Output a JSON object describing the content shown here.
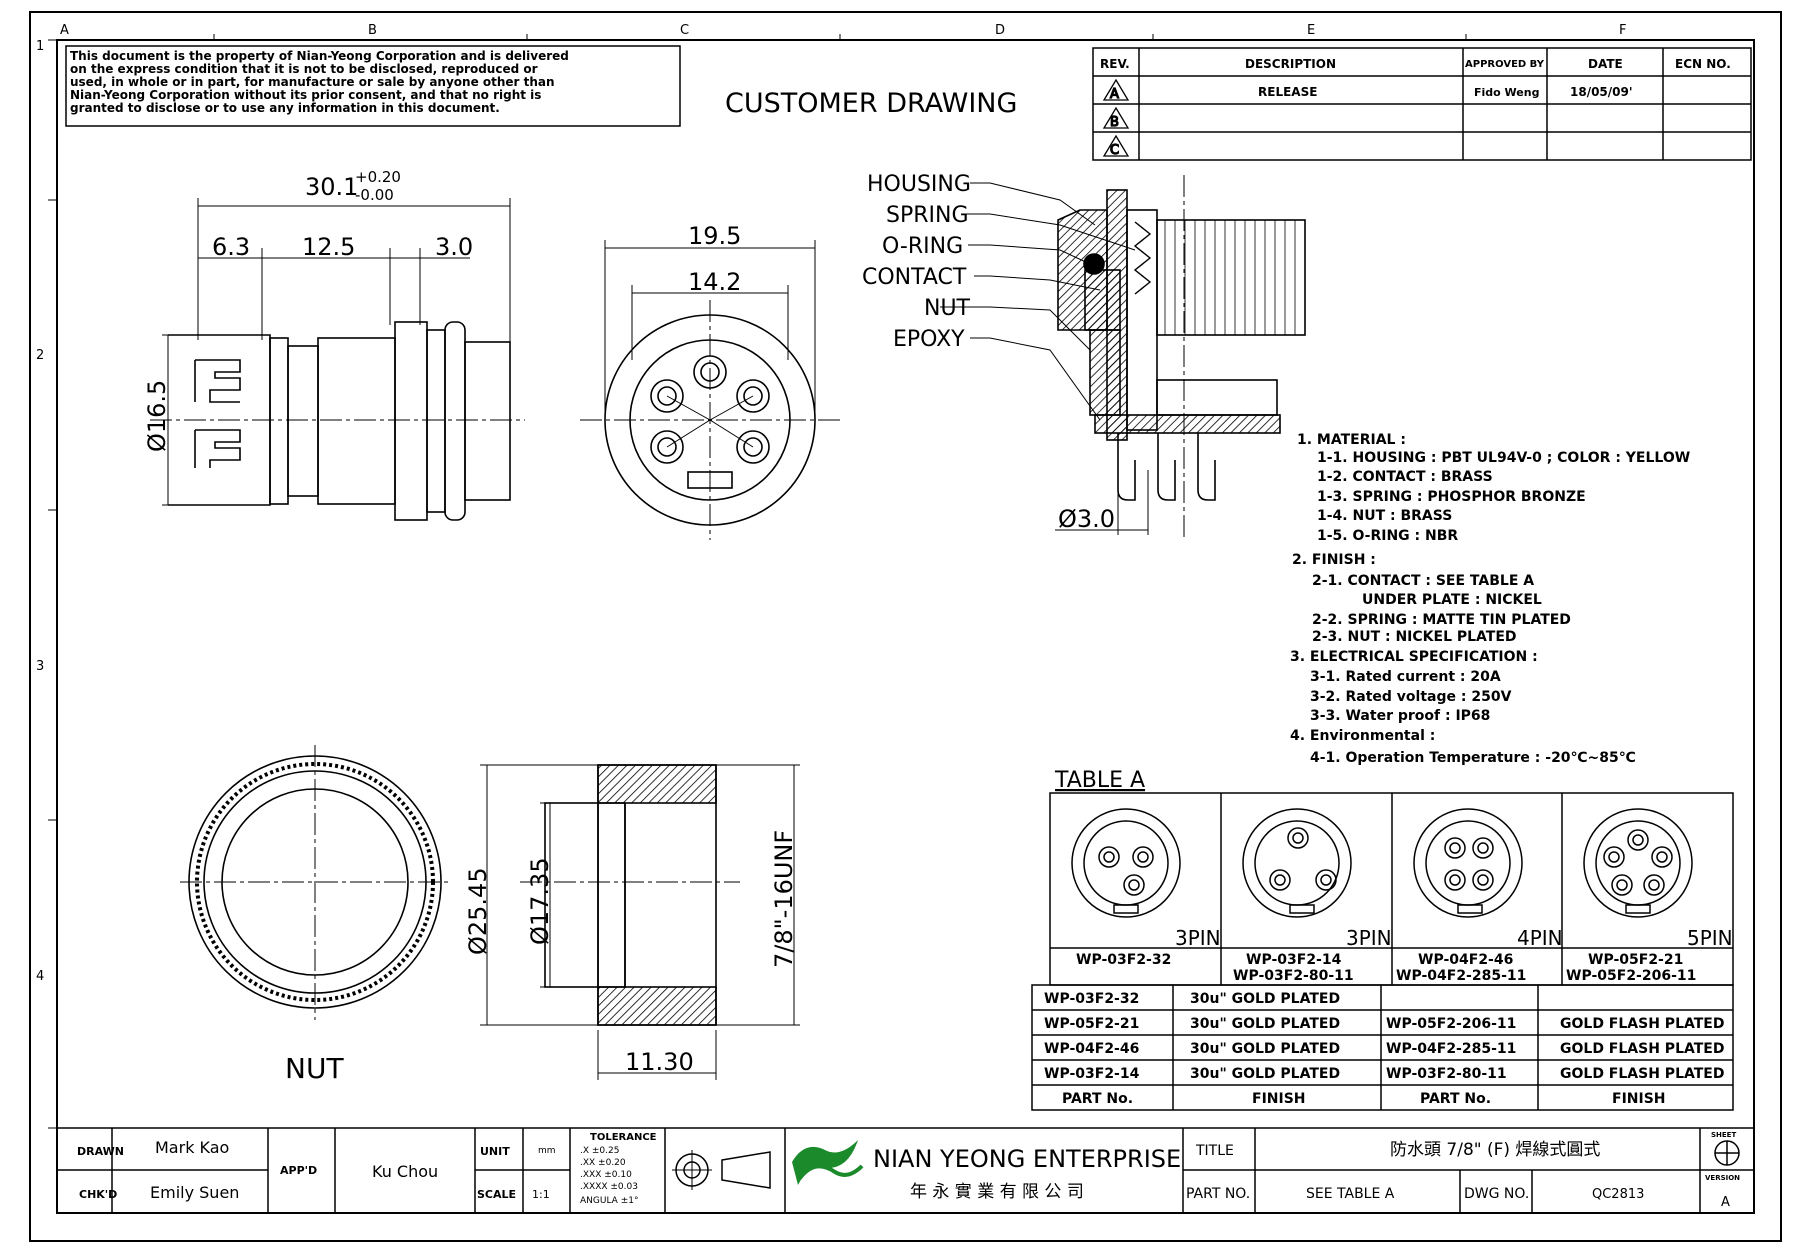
{
  "grid": {
    "cols": [
      "A",
      "B",
      "C",
      "D",
      "E",
      "F"
    ],
    "rows": [
      "1",
      "2",
      "3",
      "4"
    ]
  },
  "notice": {
    "lines": [
      "This document is the property of Nian-Yeong Corporation and is delivered",
      "on  the  express condition that it is not to be disclosed, reproduced or",
      "used, in whole or in part, for manufacture or sale by anyone other than",
      "Nian-Yeong Corporation without  its prior consent, and that  no right  is",
      "granted to disclose or to use any information in this  document."
    ]
  },
  "heading": "CUSTOMER  DRAWING",
  "revision": {
    "headers": [
      "REV.",
      "DESCRIPTION",
      "APPROVED BY",
      "DATE",
      "ECN NO."
    ],
    "rows": [
      {
        "rev": "A",
        "desc": "RELEASE",
        "by": "Fido Weng",
        "date": "18/05/09'",
        "ecn": ""
      },
      {
        "rev": "B",
        "desc": "",
        "by": "",
        "date": "",
        "ecn": ""
      },
      {
        "rev": "C",
        "desc": "",
        "by": "",
        "date": "",
        "ecn": ""
      }
    ]
  },
  "dims": {
    "overall": "30.1",
    "tol_plus": "+0.20",
    "tol_minus": "-0.00",
    "d1": "6.3",
    "d2": "12.5",
    "d3": "3.0",
    "dia": "Ø16.5",
    "front_outer": "19.5",
    "front_inner": "14.2",
    "pin_dia": "Ø3.0",
    "nut_outer": "Ø25.45",
    "nut_inner": "Ø17.35",
    "nut_thread": "7/8\"-16UNF",
    "nut_len": "11.30"
  },
  "nut_label": "NUT",
  "callouts": [
    "HOUSING",
    "SPRING",
    "O-RING",
    "CONTACT",
    "NUT",
    "EPOXY"
  ],
  "notes": [
    "1.  MATERIAL  :",
    "1-1.  HOUSING  :  PBT  UL94V-0  ;  COLOR  :  YELLOW",
    "1-2.  CONTACT  :  BRASS",
    "1-3.  SPRING  :  PHOSPHOR  BRONZE",
    "1-4.  NUT  :  BRASS",
    "1-5.  O-RING  :  NBR",
    "2.  FINISH  :",
    "2-1.  CONTACT  :  SEE  TABLE  A",
    "UNDER  PLATE  :  NICKEL",
    "2-2.  SPRING  :  MATTE  TIN  PLATED",
    "2-3.  NUT  :  NICKEL  PLATED",
    "3.  ELECTRICAL  SPECIFICATION  :",
    "3-1.  Rated  current  :  20A",
    "3-2.  Rated  voltage  :  250V",
    "3-3.  Water  proof  :  IP68",
    "4.  Environmental  :",
    "4-1.  Operation  Temperature  :  -20℃~85℃"
  ],
  "table_a": {
    "title": "TABLE  A",
    "pins": [
      {
        "label": "3PIN",
        "parts": [
          "WP-03F2-32"
        ]
      },
      {
        "label": "3PIN",
        "parts": [
          "WP-03F2-14",
          "WP-03F2-80-11"
        ]
      },
      {
        "label": "4PIN",
        "parts": [
          "WP-04F2-46",
          "WP-04F2-285-11"
        ]
      },
      {
        "label": "5PIN",
        "parts": [
          "WP-05F2-21",
          "WP-05F2-206-11"
        ]
      }
    ],
    "finish_rows": [
      [
        "WP-03F2-32",
        "30u\"  GOLD  PLATED",
        "",
        ""
      ],
      [
        "WP-05F2-21",
        "30u\"  GOLD  PLATED",
        "WP-05F2-206-11",
        "GOLD  FLASH  PLATED"
      ],
      [
        "WP-04F2-46",
        "30u\"  GOLD  PLATED",
        "WP-04F2-285-11",
        "GOLD  FLASH  PLATED"
      ],
      [
        "WP-03F2-14",
        "30u\"  GOLD  PLATED",
        "WP-03F2-80-11",
        "GOLD  FLASH  PLATED"
      ]
    ],
    "finish_header": [
      "PART  No.",
      "FINISH",
      "PART  No.",
      "FINISH"
    ]
  },
  "title_block": {
    "drawn_label": "DRAWN",
    "drawn": "Mark Kao",
    "chk_label": "CHK'D",
    "chk": "Emily Suen",
    "appd_label": "APP'D",
    "appd": "Ku Chou",
    "unit_label": "UNIT",
    "unit": "mm",
    "scale_label": "SCALE",
    "scale": "1:1",
    "tolerance_title": "TOLERANCE",
    "tolerance": [
      ".X      ±0.25",
      ".XX     ±0.20",
      ".XXX    ±0.10",
      ".XXXX   ±0.03",
      "ANGULA    ±1°"
    ],
    "company": "NIAN YEONG ENTERPRISE",
    "company_cn": "年 永 實 業 有 限 公 司",
    "title_label": "TITLE",
    "title": "防水頭  7/8\"  (F)  焊線式圓式",
    "partno_label": "PART NO.",
    "partno": "SEE  TABLE  A",
    "dwg_label": "DWG NO.",
    "dwg": "QC2813",
    "sheet_label": "SHEET",
    "version_label": "VERSION",
    "version": "A"
  }
}
